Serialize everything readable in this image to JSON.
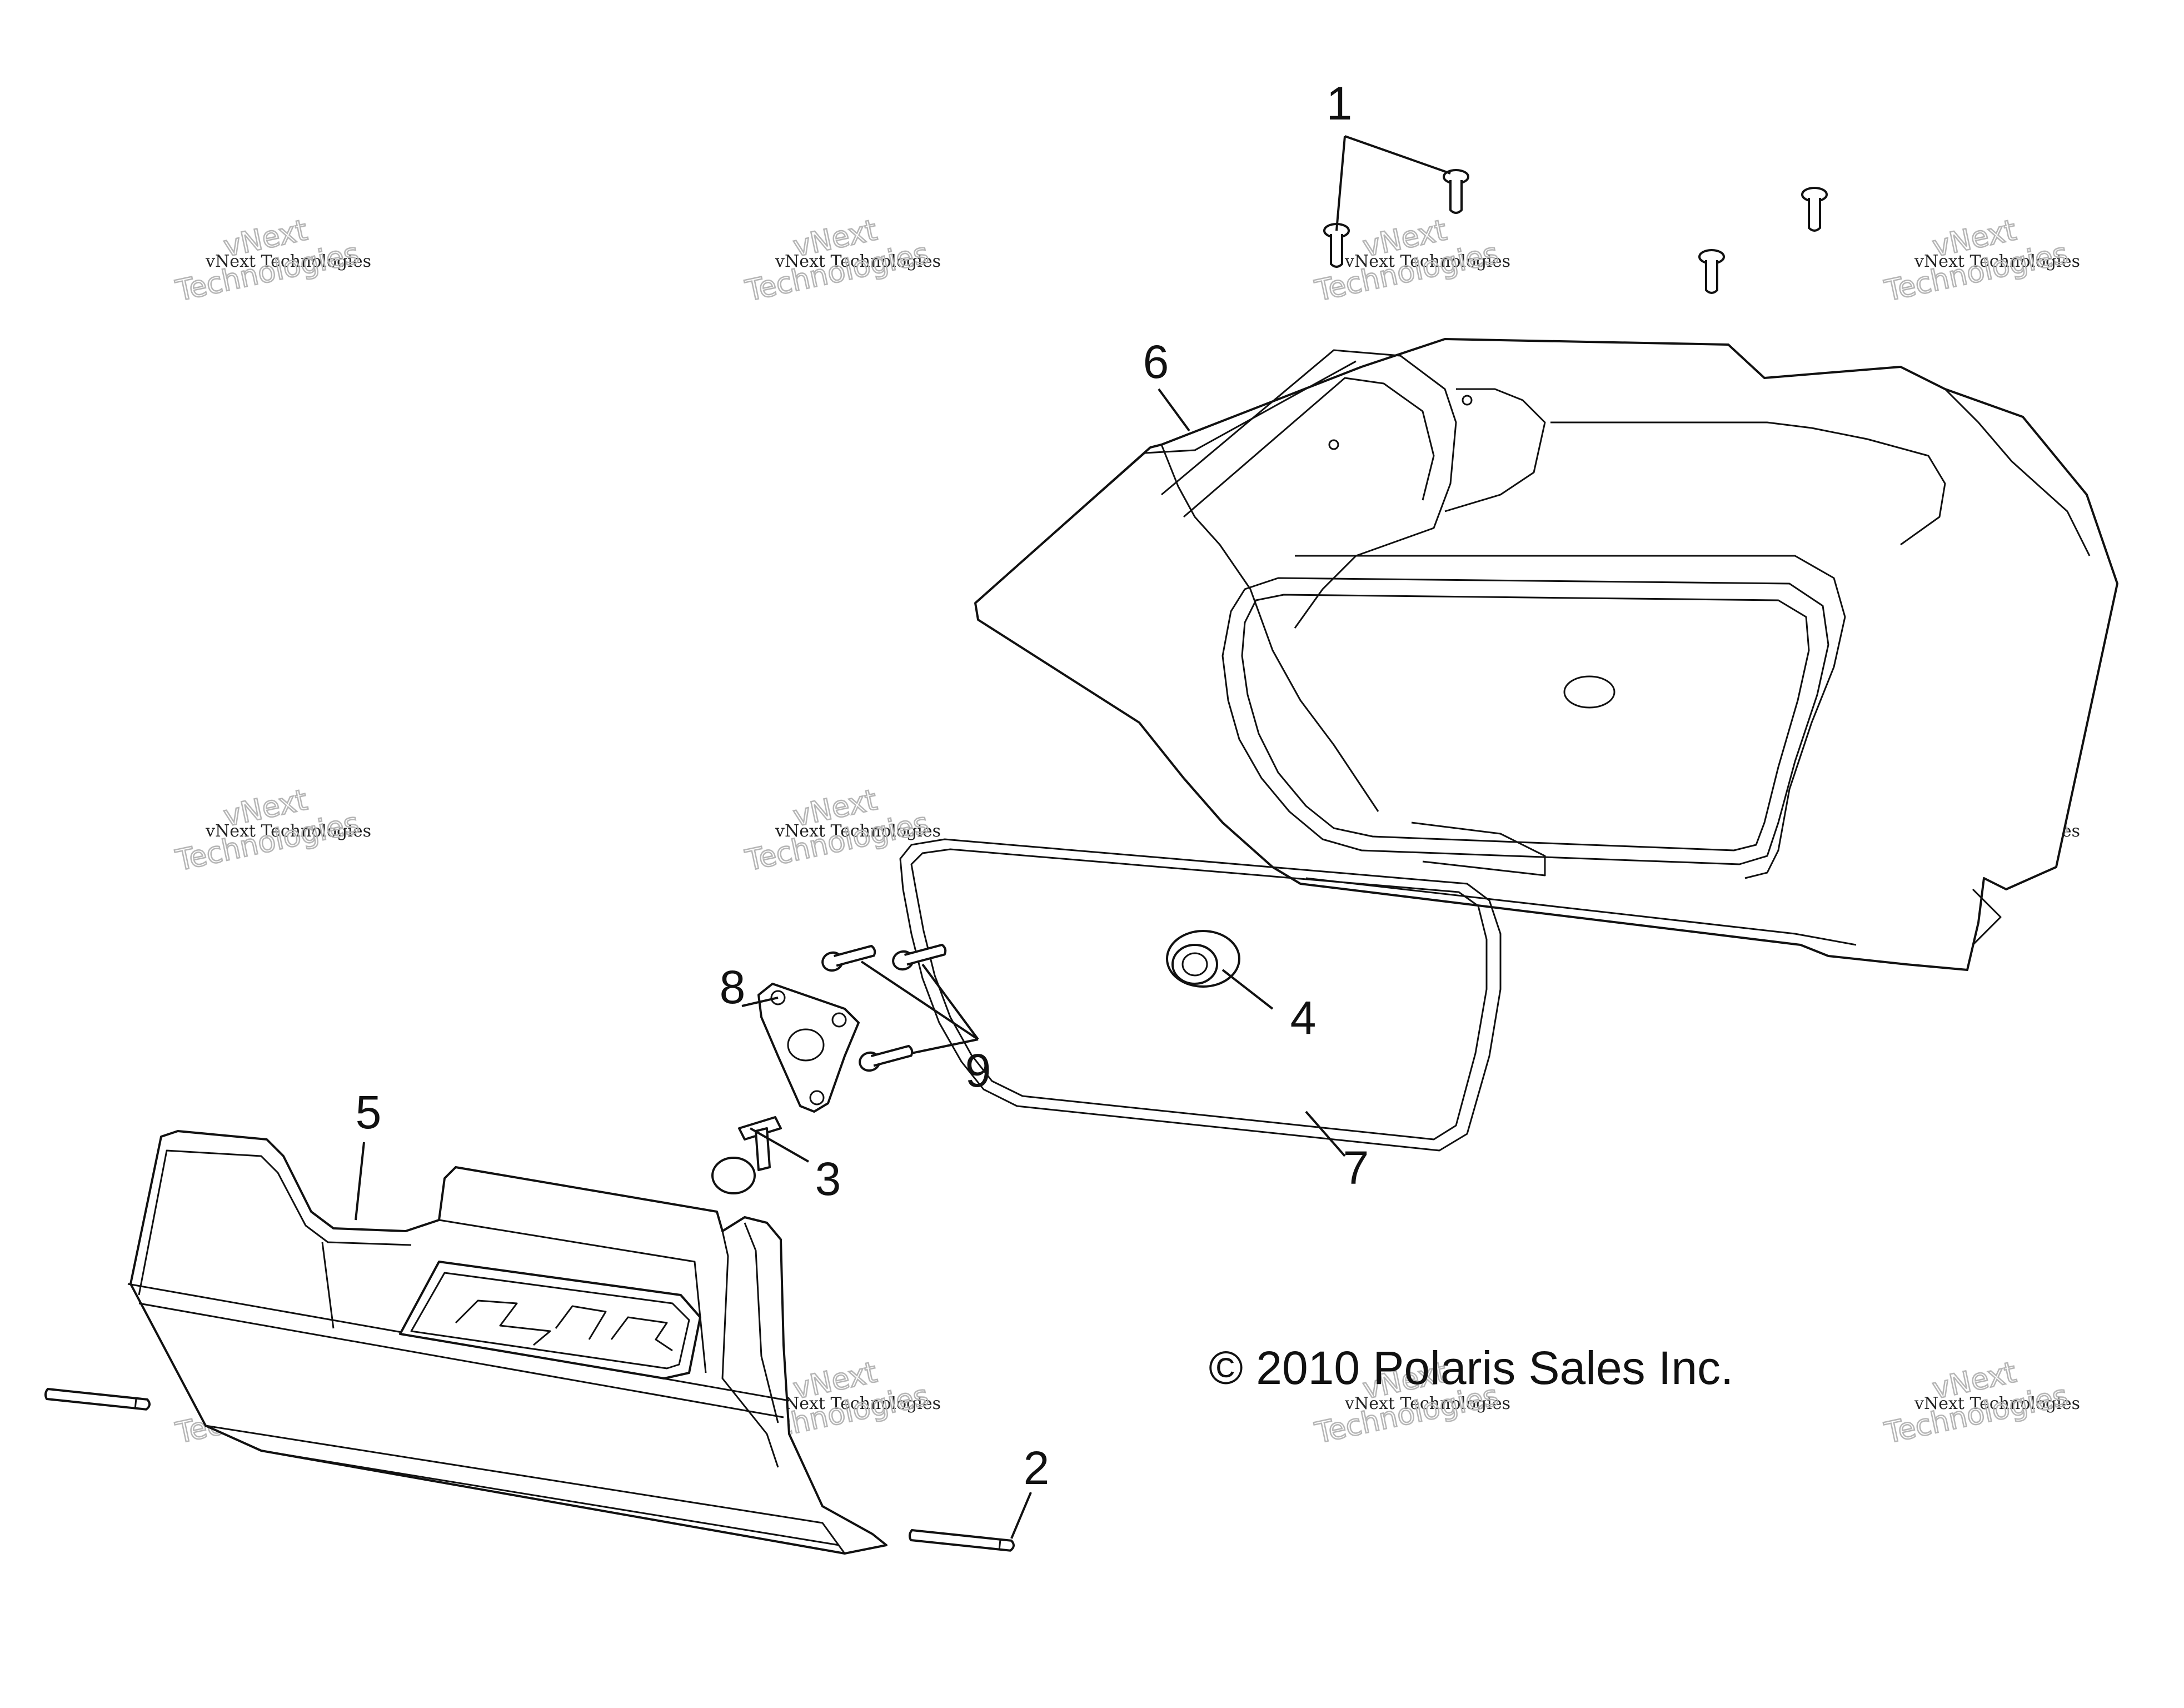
{
  "copyright": "© 2010 Polaris Sales Inc.",
  "watermark": {
    "small": "vNext Technologies",
    "large_line1": "vNext",
    "large_line2": "Technologies"
  },
  "callouts": [
    "1",
    "2",
    "3",
    "4",
    "5",
    "6",
    "7",
    "8",
    "9"
  ],
  "parts": [
    {
      "number": "1",
      "icon": "screw-icon"
    },
    {
      "number": "2",
      "icon": "pin-icon"
    },
    {
      "number": "3",
      "icon": "push-rivet-icon"
    },
    {
      "number": "4",
      "icon": "grommet-icon"
    },
    {
      "number": "5",
      "icon": "glove-box-door-icon"
    },
    {
      "number": "6",
      "icon": "glove-box-housing-icon"
    },
    {
      "number": "7",
      "icon": "seal-gasket-icon"
    },
    {
      "number": "8",
      "icon": "latch-bracket-icon"
    },
    {
      "number": "9",
      "icon": "screw-icon"
    }
  ],
  "colors": {
    "line": "#111111",
    "watermark": "#b5b5b5",
    "background": "#ffffff"
  }
}
